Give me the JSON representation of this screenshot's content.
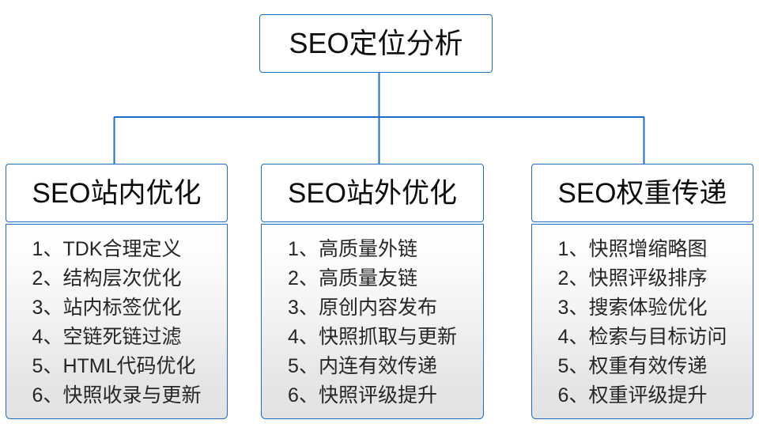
{
  "diagram": {
    "type": "org-chart",
    "theme": {
      "border_color": "#1b6fc4",
      "connector_color": "#1b6fc4",
      "header_bg": "#ffffff",
      "body_gradient_top": "#ffffff",
      "body_gradient_bottom": "#e2e2e2",
      "title_text_color": "#101010",
      "list_text_color": "#262626"
    },
    "root": {
      "label": "SEO定位分析"
    },
    "branches": [
      {
        "label": "SEO站内优化",
        "items": [
          "1、TDK合理定义",
          "2、结构层次优化",
          "3、站内标签优化",
          "4、空链死链过滤",
          "5、HTML代码优化",
          "6、快照收录与更新"
        ]
      },
      {
        "label": "SEO站外优化",
        "items": [
          "1、高质量外链",
          "2、高质量友链",
          "3、原创内容发布",
          "4、快照抓取与更新",
          "5、内连有效传递",
          "6、快照评级提升"
        ]
      },
      {
        "label": "SEO权重传递",
        "items": [
          "1、快照增缩略图",
          "2、快照评级排序",
          "3、搜索体验优化",
          "4、检索与目标访问",
          "5、权重有效传递",
          "6、权重评级提升"
        ]
      }
    ]
  }
}
